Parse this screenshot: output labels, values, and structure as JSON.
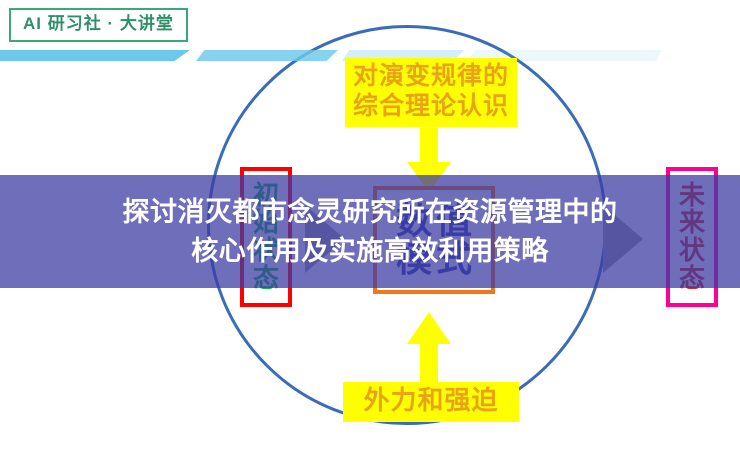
{
  "brand": {
    "badge_text": "AI 研习社 · 大讲堂"
  },
  "diagram": {
    "top_label": "对演变规律的\n综合理论认识",
    "top_label_line1": "对演变规律的",
    "top_label_line2": "综合理论认识",
    "bottom_label": "外力和强迫",
    "initial_state_chars": [
      "初",
      "始",
      "状",
      "态"
    ],
    "future_state_chars": [
      "未",
      "来",
      "状",
      "态"
    ],
    "model_chars": [
      "数",
      "值",
      "模",
      "式"
    ],
    "model_col1": [
      "数",
      "模"
    ],
    "model_col2": [
      "值",
      "式"
    ],
    "arrows": {
      "down_arrow": "arrow-down-yellow",
      "up_arrow": "arrow-up-yellow",
      "left_transition": "arrow-right-grey",
      "right_transition": "arrow-right-grey"
    },
    "colors": {
      "circle": "#3a6cb8",
      "highlight_bg": "#ffff00",
      "highlight_text": "#e8a317",
      "initial_box_border": "#ff0000",
      "initial_box_text": "#11b74a",
      "future_box_border": "#ff0090",
      "future_box_text": "#cc2a22",
      "model_box_border": "#f07818",
      "model_box_text": "#2b3fa8",
      "ribbon": "#6cc9ec",
      "brand_green": "#3aa87a",
      "band_overlay": "#3d3ba3"
    }
  },
  "overlay_title": {
    "line1": "探讨消灭都市念灵研究所在资源管理中的",
    "line2": "核心作用及实施高效利用策略"
  }
}
